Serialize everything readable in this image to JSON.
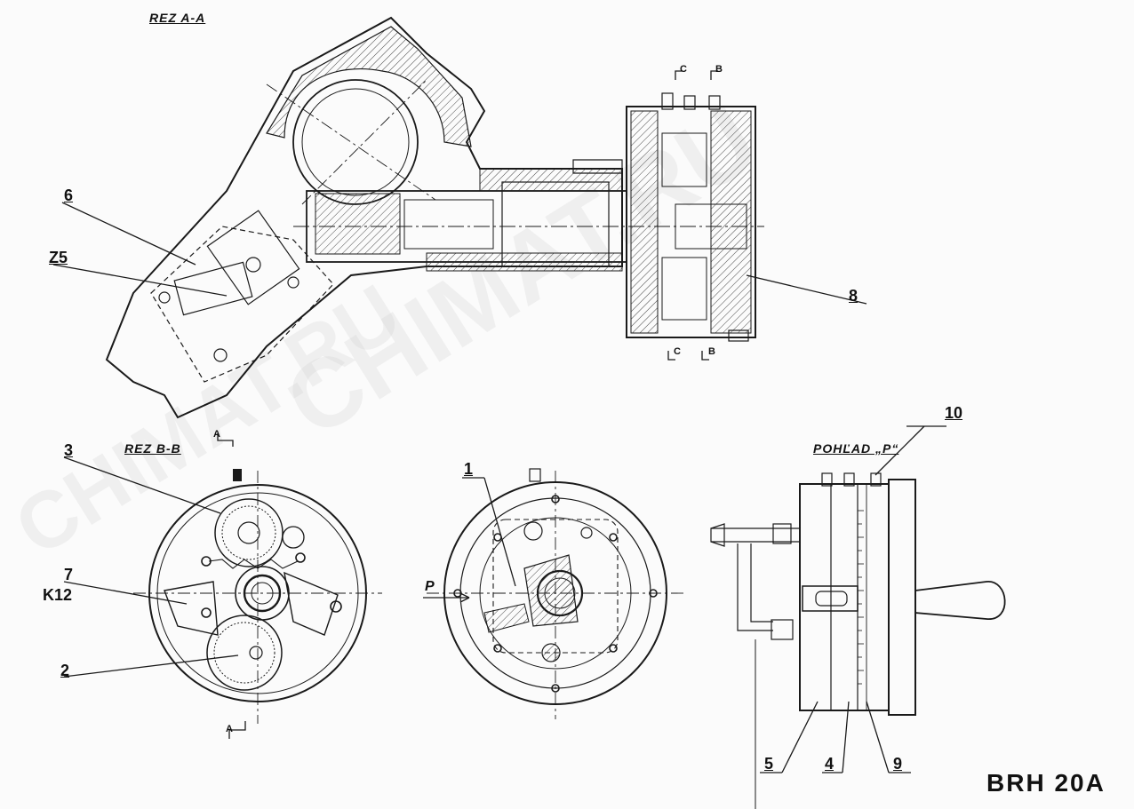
{
  "section_labels": {
    "rez_a": "REZ A-A",
    "rez_b": "REZ B-B",
    "pohlad": "POHĽAD „P“"
  },
  "cut_markers": {
    "a_top": "A",
    "a_bottom": "A",
    "b_top": "B",
    "b_bottom": "B",
    "c_top": "C",
    "c_bottom": "C",
    "p_arrow": "P"
  },
  "callouts": {
    "c1": "1",
    "c2": "2",
    "c3": "3",
    "c4": "4",
    "c5": "5",
    "c6": "6",
    "c7": "7",
    "c8": "8",
    "c9": "9",
    "c10": "10",
    "z5": "Z5",
    "k12": "K12"
  },
  "drawing_title": "BRH 20A",
  "watermark": "CHIMAT.RU",
  "colors": {
    "line": "#1a1a1a",
    "paper": "#fbfbfb",
    "watermark": "#d0d0d0"
  }
}
